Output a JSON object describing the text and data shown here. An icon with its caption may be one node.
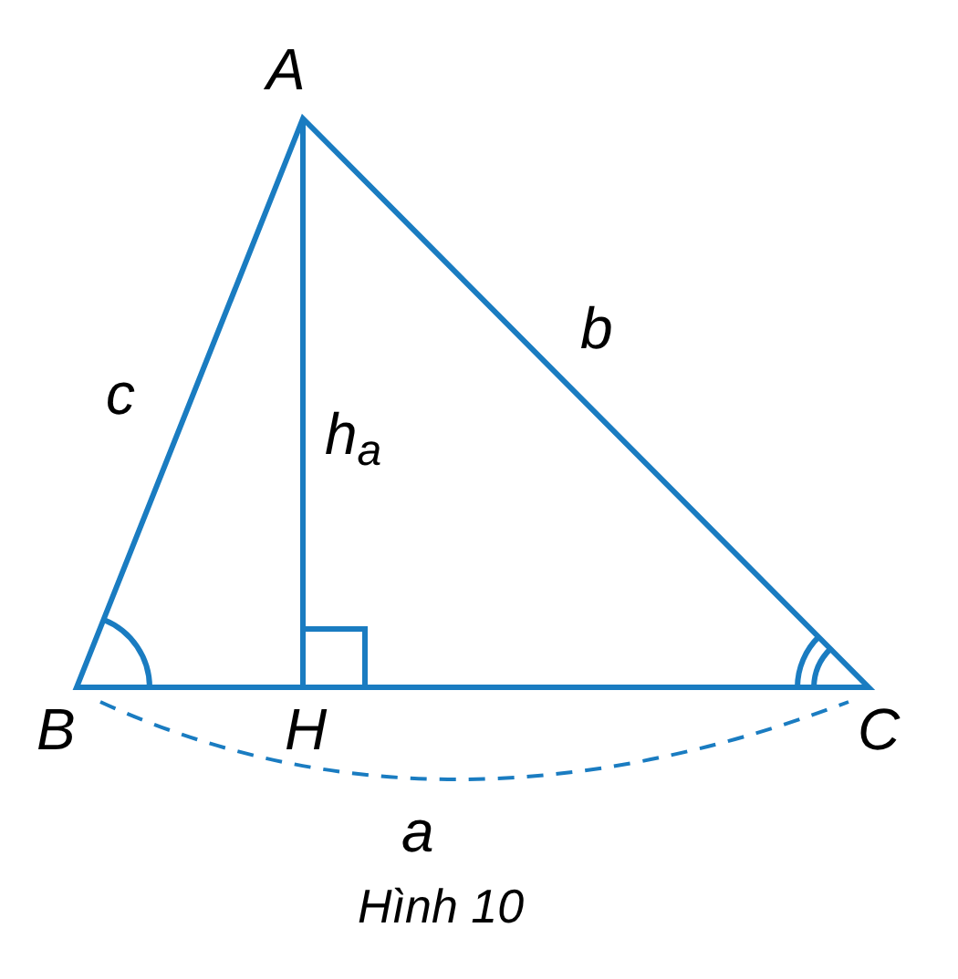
{
  "diagram": {
    "caption": "Hình 10",
    "labels": [
      "A",
      "c",
      "h$_{a}$",
      "b",
      "B",
      "H",
      "C",
      "a"
    ]
  }
}
